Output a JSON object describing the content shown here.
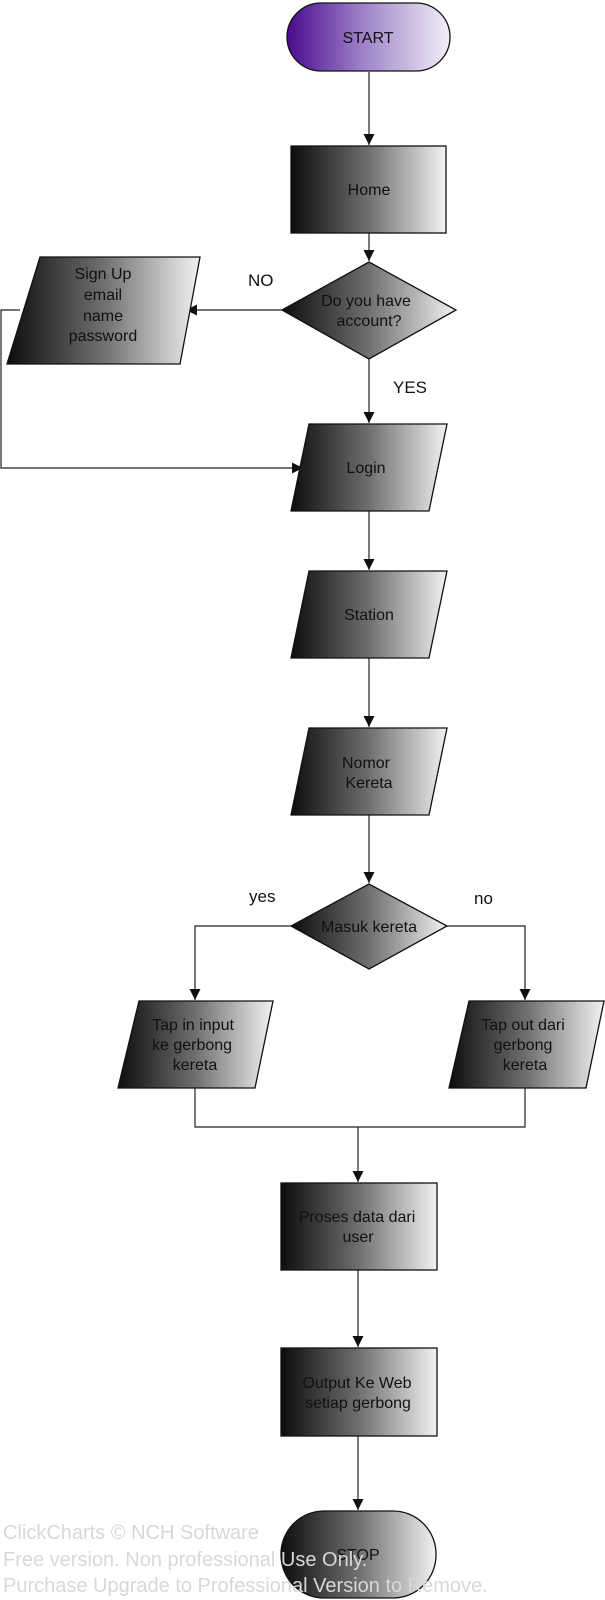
{
  "nodes": {
    "start": {
      "shape": "terminal",
      "lines": [
        "START"
      ],
      "fill": "purple-gradient"
    },
    "home": {
      "shape": "process",
      "lines": [
        "Home"
      ]
    },
    "have_account": {
      "shape": "decision",
      "lines": [
        "Do you have",
        "account?"
      ]
    },
    "signup": {
      "shape": "data",
      "lines": [
        "Sign Up",
        "email",
        "name",
        "password"
      ]
    },
    "login": {
      "shape": "data",
      "lines": [
        "Login"
      ]
    },
    "station": {
      "shape": "data",
      "lines": [
        "Station"
      ]
    },
    "nomor_kereta": {
      "shape": "data",
      "lines": [
        "Nomor",
        "Kereta"
      ]
    },
    "masuk_kereta": {
      "shape": "decision",
      "lines": [
        "Masuk kereta"
      ]
    },
    "tap_in": {
      "shape": "data",
      "lines": [
        "Tap  in input",
        "ke gerbong",
        "kereta"
      ]
    },
    "tap_out": {
      "shape": "data",
      "lines": [
        "Tap  out dari",
        "gerbong",
        "kereta"
      ]
    },
    "proses": {
      "shape": "process",
      "lines": [
        "Proses data dari",
        "user"
      ]
    },
    "output": {
      "shape": "process",
      "lines": [
        "Output Ke Web",
        "setiap gerbong"
      ]
    },
    "stop": {
      "shape": "terminal",
      "lines": [
        "STOP"
      ],
      "fill": "gray-gradient"
    }
  },
  "edges": [
    {
      "from": "start",
      "to": "home",
      "label": ""
    },
    {
      "from": "home",
      "to": "have_account",
      "label": ""
    },
    {
      "from": "have_account",
      "to": "signup",
      "label": "NO"
    },
    {
      "from": "have_account",
      "to": "login",
      "label": "YES"
    },
    {
      "from": "signup",
      "to": "login",
      "label": ""
    },
    {
      "from": "login",
      "to": "station",
      "label": ""
    },
    {
      "from": "station",
      "to": "nomor_kereta",
      "label": ""
    },
    {
      "from": "nomor_kereta",
      "to": "masuk_kereta",
      "label": ""
    },
    {
      "from": "masuk_kereta",
      "to": "tap_in",
      "label": "yes"
    },
    {
      "from": "masuk_kereta",
      "to": "tap_out",
      "label": "no"
    },
    {
      "from": "tap_in",
      "to": "proses",
      "label": ""
    },
    {
      "from": "tap_out",
      "to": "proses",
      "label": ""
    },
    {
      "from": "proses",
      "to": "output",
      "label": ""
    },
    {
      "from": "output",
      "to": "stop",
      "label": ""
    }
  ],
  "watermark": {
    "lines": [
      "ClickCharts © NCH Software",
      "Free version. Non professional Use Only.",
      "Purchase Upgrade to Professional Version to Remove."
    ]
  }
}
